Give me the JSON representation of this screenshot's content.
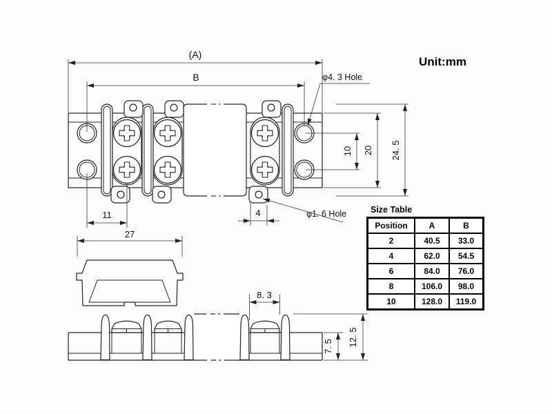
{
  "unit_label": "Unit:mm",
  "labels": {
    "dim_a": "(A)",
    "dim_b": "B",
    "dim_11": "11",
    "dim_27": "27",
    "dim_4": "4",
    "dim_10": "10",
    "dim_20": "20",
    "dim_24_5": "24. 5",
    "dim_8_3": "8. 3",
    "dim_7_5": "7. 5",
    "dim_12_5": "12. 5",
    "hole_4_3": "φ4. 3 Hole",
    "hole_1_6": "φ1. 6 Hole"
  },
  "size_table": {
    "title": "Size Table",
    "columns": [
      "Position",
      "A",
      "B"
    ],
    "rows": [
      {
        "position": "2",
        "a": "40.5",
        "b": "33.0"
      },
      {
        "position": "4",
        "a": "62.0",
        "b": "54.5"
      },
      {
        "position": "6",
        "a": "84.0",
        "b": "76.0"
      },
      {
        "position": "8",
        "a": "106.0",
        "b": "98.0"
      },
      {
        "position": "10",
        "a": "128.0",
        "b": "119.0"
      }
    ]
  }
}
